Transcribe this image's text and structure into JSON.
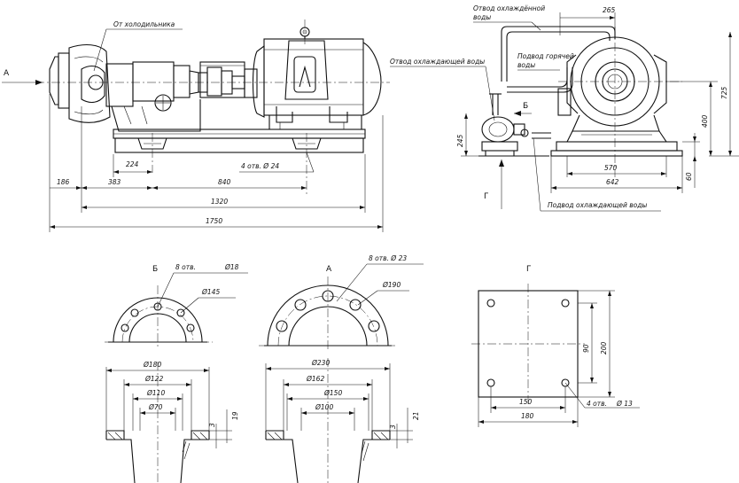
{
  "labels": {
    "from_cooler": "От холодильника",
    "cooled_water_outlet_1": "Отвод охлаждённой",
    "cooled_water_outlet_2": "воды",
    "cooling_water_outlet": "Отвод охлаждающей воды",
    "hot_water_supply_1": "Подвод горячей",
    "hot_water_supply_2": "воды",
    "cooling_water_supply": "Подвод охлаждающей воды",
    "view_a": "А",
    "view_b": "Б",
    "view_g": "Г"
  },
  "main_view_dims": {
    "d224": "224",
    "holes": "4 отв. Ø 24",
    "d186": "186",
    "d383": "383",
    "d840": "840",
    "d1320": "1320",
    "d1750": "1750"
  },
  "side_view_dims": {
    "d265": "265",
    "d725": "725",
    "d400": "400",
    "d245": "245",
    "d570": "570",
    "d642": "642",
    "d60": "60"
  },
  "flange_b": {
    "title": "Б",
    "holes": "8 отв.",
    "hole_dia": "Ø18",
    "pcd": "Ø145",
    "d180": "Ø180",
    "d122": "Ø122",
    "d110": "Ø110",
    "d70": "Ø70",
    "h19": "19",
    "h3": "3"
  },
  "flange_a": {
    "title": "А",
    "holes": "8 отв. Ø 23",
    "pcd": "Ø190",
    "d230": "Ø230",
    "d162": "Ø162",
    "d150": "Ø150",
    "d100": "Ø100",
    "h21": "21",
    "h3": "3"
  },
  "plate_g": {
    "title": "Г",
    "d90": "90",
    "d200": "200",
    "d150": "150",
    "d180": "180",
    "holes": "4 отв.",
    "hole_dia": "Ø 13"
  }
}
